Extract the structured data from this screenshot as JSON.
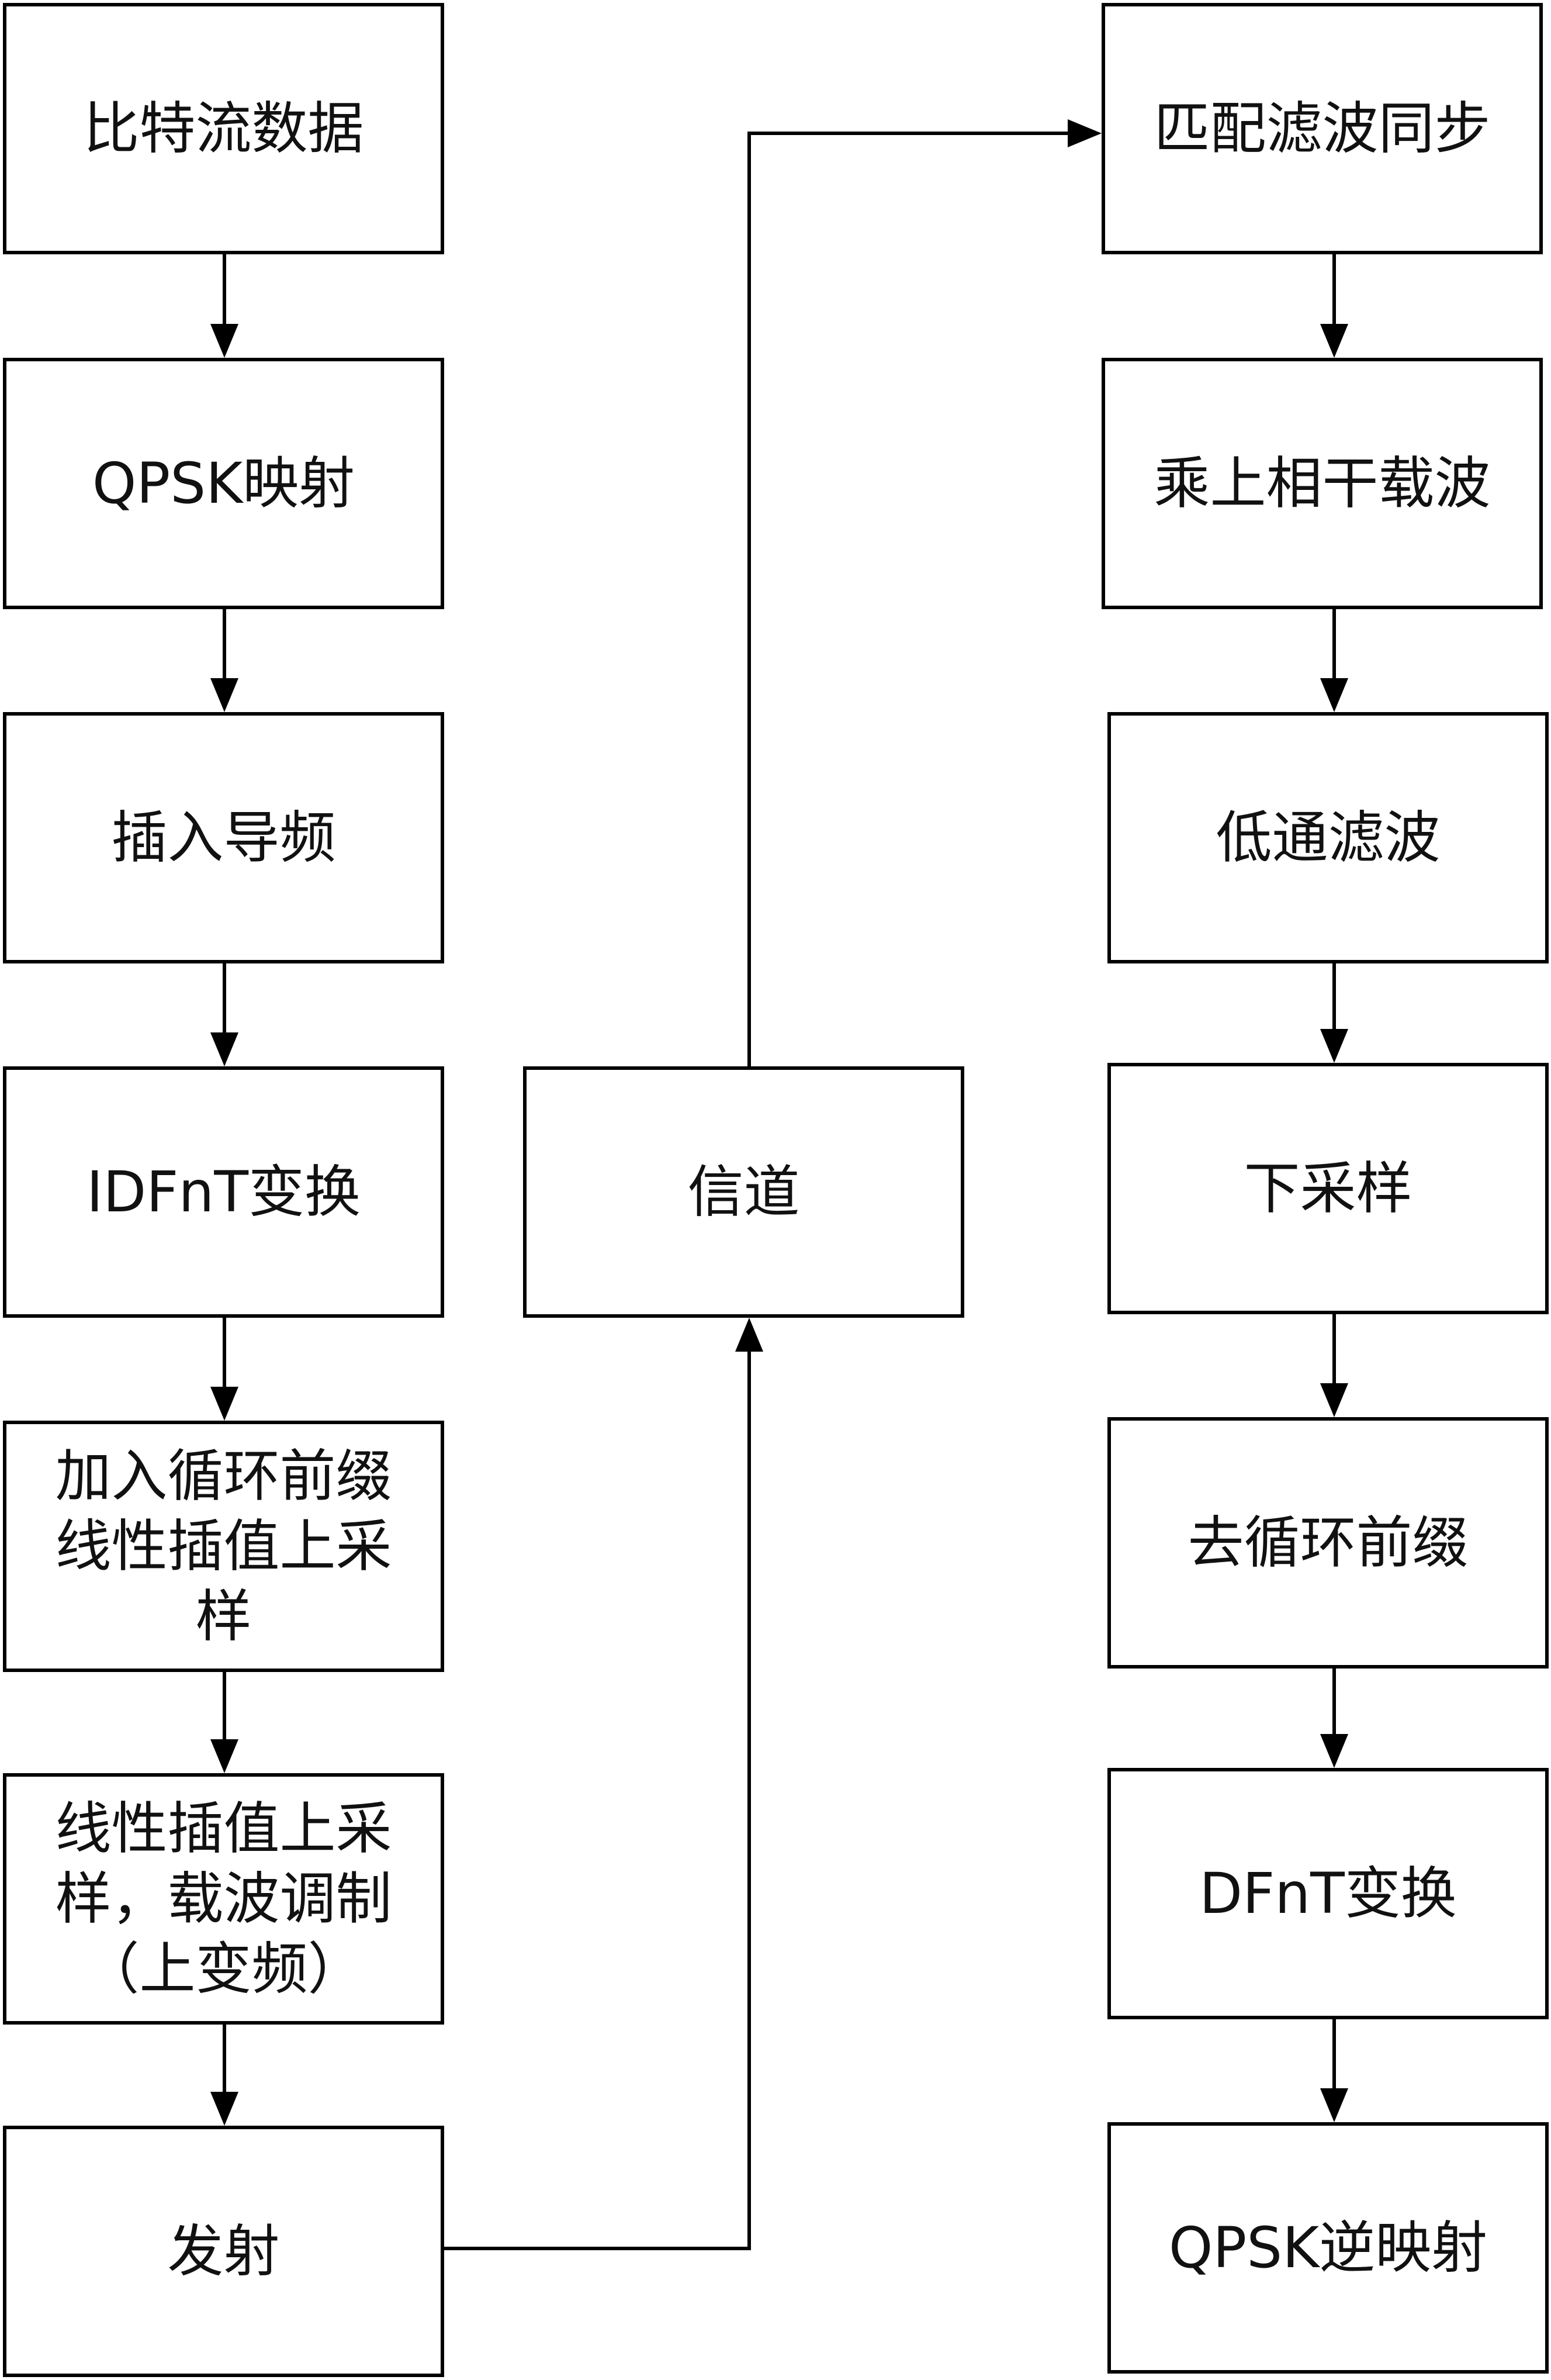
{
  "left_column": [
    {
      "id": "bitstream",
      "label": "比特流数据"
    },
    {
      "id": "qpsk-map",
      "label": "QPSK映射"
    },
    {
      "id": "insert-pilot",
      "label": "插入导频"
    },
    {
      "id": "idfnt",
      "label": "IDFnT变换"
    },
    {
      "id": "add-cp",
      "label": "加入循环前缀\n线性插值上采\n样"
    },
    {
      "id": "upsample-modulate",
      "label": "线性插值上采\n样，载波调制\n（上变频）"
    },
    {
      "id": "transmit",
      "label": "发射"
    }
  ],
  "middle_column": [
    {
      "id": "channel",
      "label": "信道"
    }
  ],
  "right_column": [
    {
      "id": "matched-filter",
      "label": "匹配滤波同步"
    },
    {
      "id": "coherent-carrier",
      "label": "乘上相干载波"
    },
    {
      "id": "lowpass",
      "label": "低通滤波"
    },
    {
      "id": "downsample",
      "label": "下采样"
    },
    {
      "id": "remove-cp",
      "label": "去循环前缀"
    },
    {
      "id": "dfnt",
      "label": "DFnT变换"
    },
    {
      "id": "qpsk-demap",
      "label": "QPSK逆映射"
    }
  ]
}
